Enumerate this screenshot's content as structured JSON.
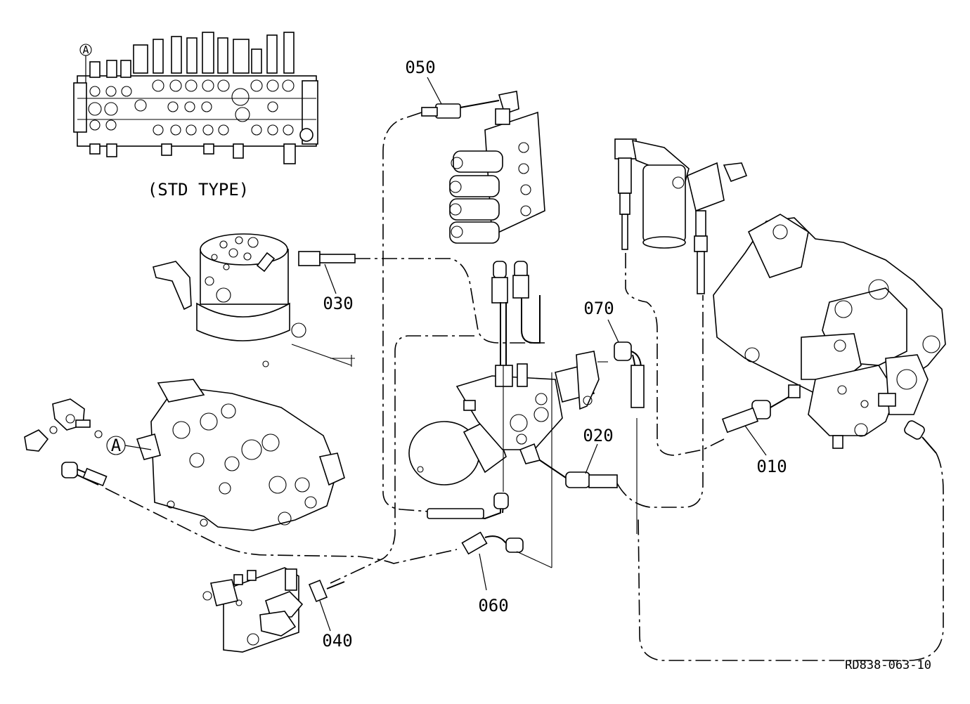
{
  "diagram": {
    "std_type_label": "(STD TYPE)",
    "marker_a_small": "A",
    "marker_a": "A",
    "drawing_code": "RD838-063-10",
    "callouts": [
      {
        "id": "010",
        "text": "010"
      },
      {
        "id": "020",
        "text": "020"
      },
      {
        "id": "030",
        "text": "030"
      },
      {
        "id": "040",
        "text": "040"
      },
      {
        "id": "050",
        "text": "050"
      },
      {
        "id": "060",
        "text": "060"
      },
      {
        "id": "070",
        "text": "070"
      }
    ]
  }
}
